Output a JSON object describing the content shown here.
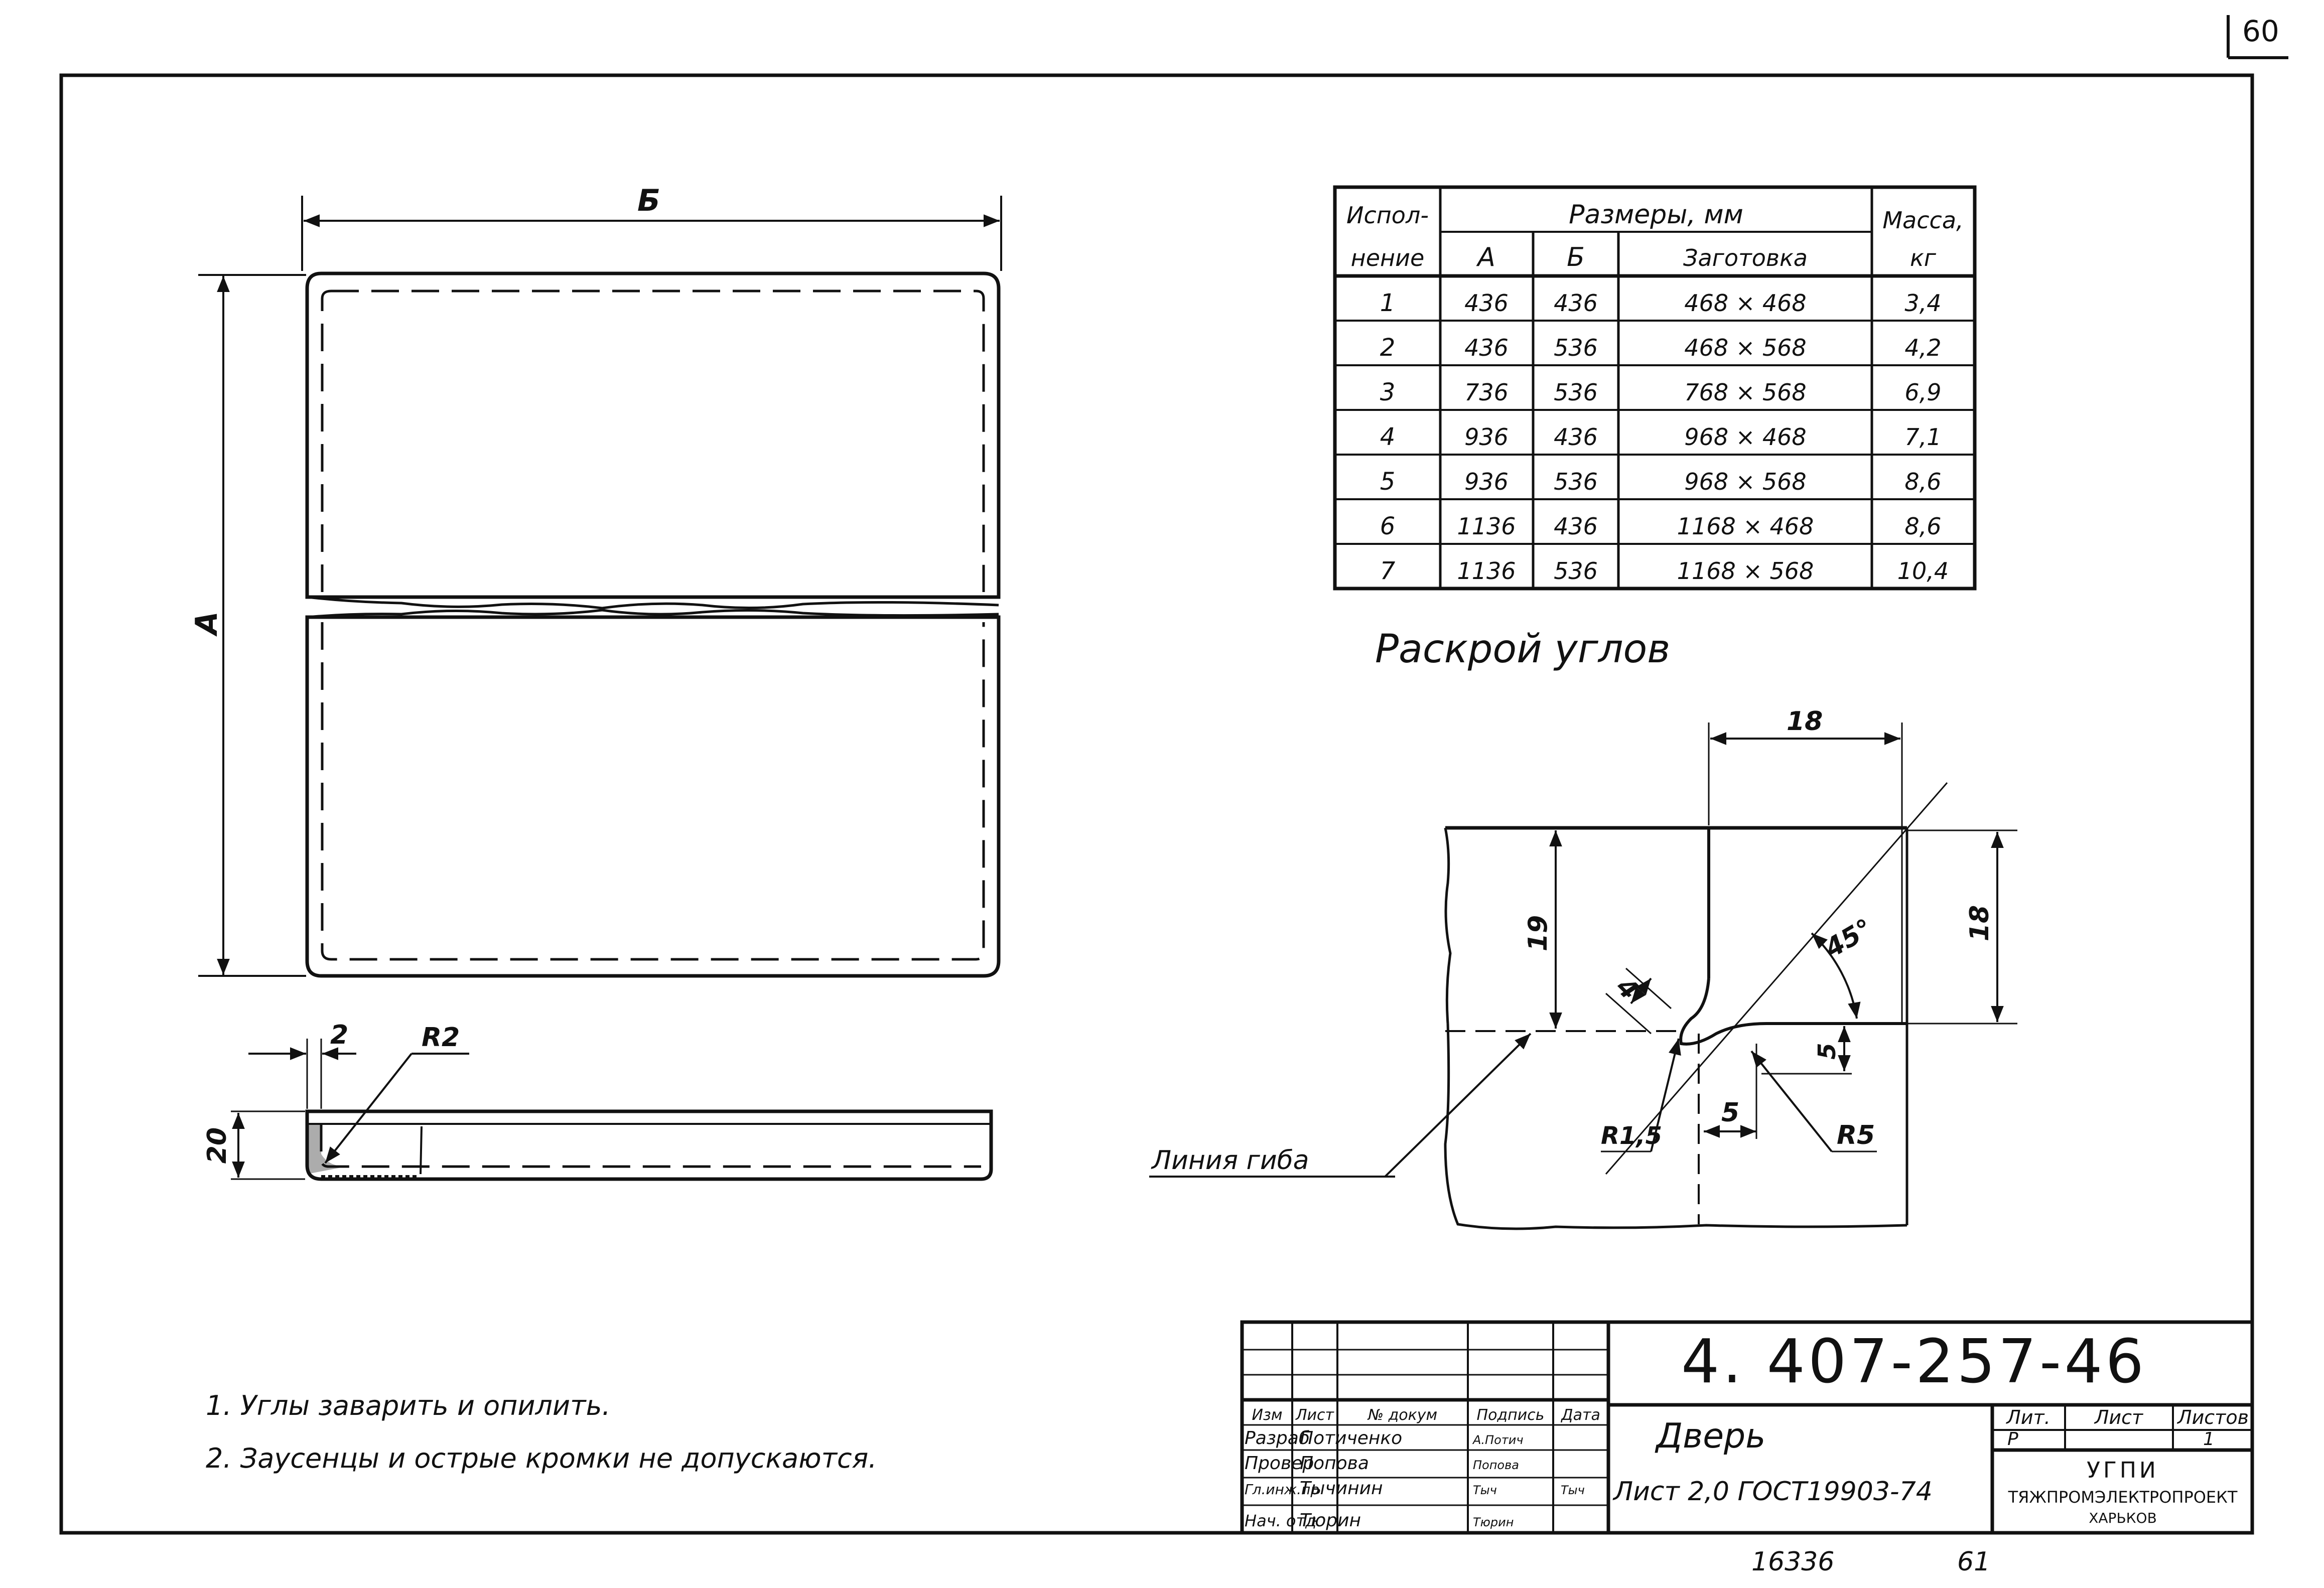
{
  "sheet_number": "60",
  "dimensions": {
    "width_label": "Б",
    "height_label": "А",
    "edge_thickness": "2",
    "inner_radius": "R2",
    "flange_height": "20"
  },
  "table": {
    "header_col1_line1": "Испол-",
    "header_col1_line2": "нение",
    "header_sizes": "Размеры, мм",
    "header_mass_line1": "Масса,",
    "header_mass_line2": "кг",
    "sub_a": "А",
    "sub_b": "Б",
    "sub_blank": "Заготовка",
    "rows": [
      {
        "n": "1",
        "a": "436",
        "b": "436",
        "blank": "468 × 468",
        "mass": "3,4"
      },
      {
        "n": "2",
        "a": "436",
        "b": "536",
        "blank": "468 × 568",
        "mass": "4,2"
      },
      {
        "n": "3",
        "a": "736",
        "b": "536",
        "blank": "768 × 568",
        "mass": "6,9"
      },
      {
        "n": "4",
        "a": "936",
        "b": "436",
        "blank": "968 × 468",
        "mass": "7,1"
      },
      {
        "n": "5",
        "a": "936",
        "b": "536",
        "blank": "968 × 568",
        "mass": "8,6"
      },
      {
        "n": "6",
        "a": "1136",
        "b": "436",
        "blank": "1168 × 468",
        "mass": "8,6"
      },
      {
        "n": "7",
        "a": "1136",
        "b": "536",
        "blank": "1168 × 568",
        "mass": "10,4"
      }
    ]
  },
  "corner_detail": {
    "title": "Раскрой углов",
    "dim_top": "18",
    "dim_left": "19",
    "dim_right": "18",
    "dim_notch": "4",
    "angle": "45°",
    "dim_5_vertical": "5",
    "dim_5_horizontal": "5",
    "radius_small": "R1,5",
    "radius_large": "R5",
    "bend_line_label": "Линия гиба"
  },
  "notes": [
    "1. Углы заварить и опилить.",
    "2. Заусенцы и острые кромки не допускаются."
  ],
  "title_block": {
    "document_code": "4. 407-257-46",
    "name": "Дверь",
    "material": "Лист 2,0  ГОСТ19903-74",
    "col_headers": [
      "Изм",
      "Лист",
      "№ докум",
      "Подпись",
      "Дата"
    ],
    "roles": [
      {
        "role": "Разраб",
        "person": "Потиченко",
        "sign": "А.Потич"
      },
      {
        "role": "Провер",
        "person": "Попова",
        "sign": "Попова"
      },
      {
        "role": "Гл.инж.пр",
        "person": "Тычинин",
        "sign": "Тыч",
        "date": "Тыч"
      },
      {
        "role": "",
        "person": "",
        "sign": ""
      },
      {
        "role": "Нач. отд",
        "person": "Тюрин",
        "sign": "Тюрин"
      }
    ],
    "lit_label": "Лит.",
    "sheet_label": "Лист",
    "sheets_label": "Листов",
    "lit_value": "Р",
    "sheets_value": "1",
    "org_line1": "УГПИ",
    "org_line2": "ТЯЖПРОМЭЛЕКТРОПРОЕКТ",
    "org_line3": "ХАРЬКОВ"
  },
  "bottom_ref_1": "16336",
  "bottom_ref_2": "61"
}
